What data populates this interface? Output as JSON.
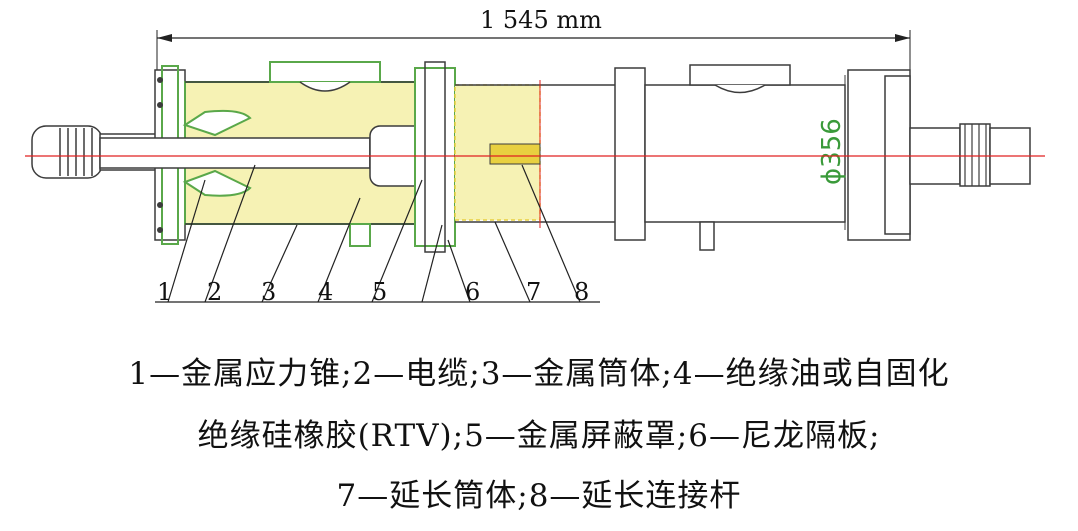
{
  "dimension_label": "1 545 mm",
  "diameter_label": "ϕ356",
  "part_labels": [
    "1",
    "2",
    "3",
    "4",
    "5",
    "6",
    "7",
    "8"
  ],
  "captions": [
    "1—金属应力锥;2—电缆;3—金属筒体;4—绝缘油或自固化",
    "绝缘硅橡胶(RTV);5—金属屏蔽罩;6—尼龙隔板;",
    "7—延长筒体;8—延长连接杆"
  ],
  "colors": {
    "outline": "#3c3c3c",
    "fill_oil": "#f6f2b4",
    "flange_green": "#5aa84a",
    "axis_red": "#e02020",
    "stud_yellow": "#e8d040"
  }
}
